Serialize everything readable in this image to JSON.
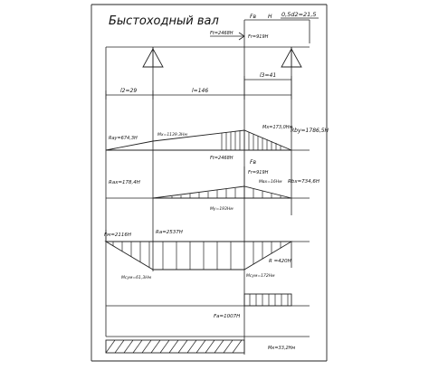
{
  "title": "Быстоходный вал",
  "top_labels": {
    "force_fb": "Fв",
    "force_unit": "Н",
    "diameter_note": "0,5d2=21,5",
    "ft_force": "Ft=2468Н",
    "fr_force": "Fr=919Н"
  },
  "dimensions": {
    "l2": "l2=29",
    "l1": "l=146",
    "l3": "l3=41"
  },
  "vertical_plane": {
    "ray": "Ray=674,3Н",
    "mid_moment": "Mx=1139.3Нм",
    "peak_moment": "Mx=173,0Нм",
    "rby": "Rby=1786,5Н",
    "ft_repeat": "Ft=2468Н"
  },
  "horizontal_plane": {
    "fr_repeat": "Fr=919Н",
    "fb_repeat": "Fв",
    "rax": "Rax=178,4Н",
    "mb_moment": "Mвх=16Нм",
    "rbx": "Rbx=734,6Н",
    "my_moment": "Mу=193Нм"
  },
  "resultant": {
    "fm": "Fм=2116Н",
    "ra": "Ra=2537Н",
    "rb": "R =420Н",
    "mmax_left": "Mсум=61,3Нм",
    "mmax_right": "Mсум=172Нм"
  },
  "torque": {
    "fa": "Fa=1007Н",
    "mk": "Mк=33,2Нм"
  }
}
